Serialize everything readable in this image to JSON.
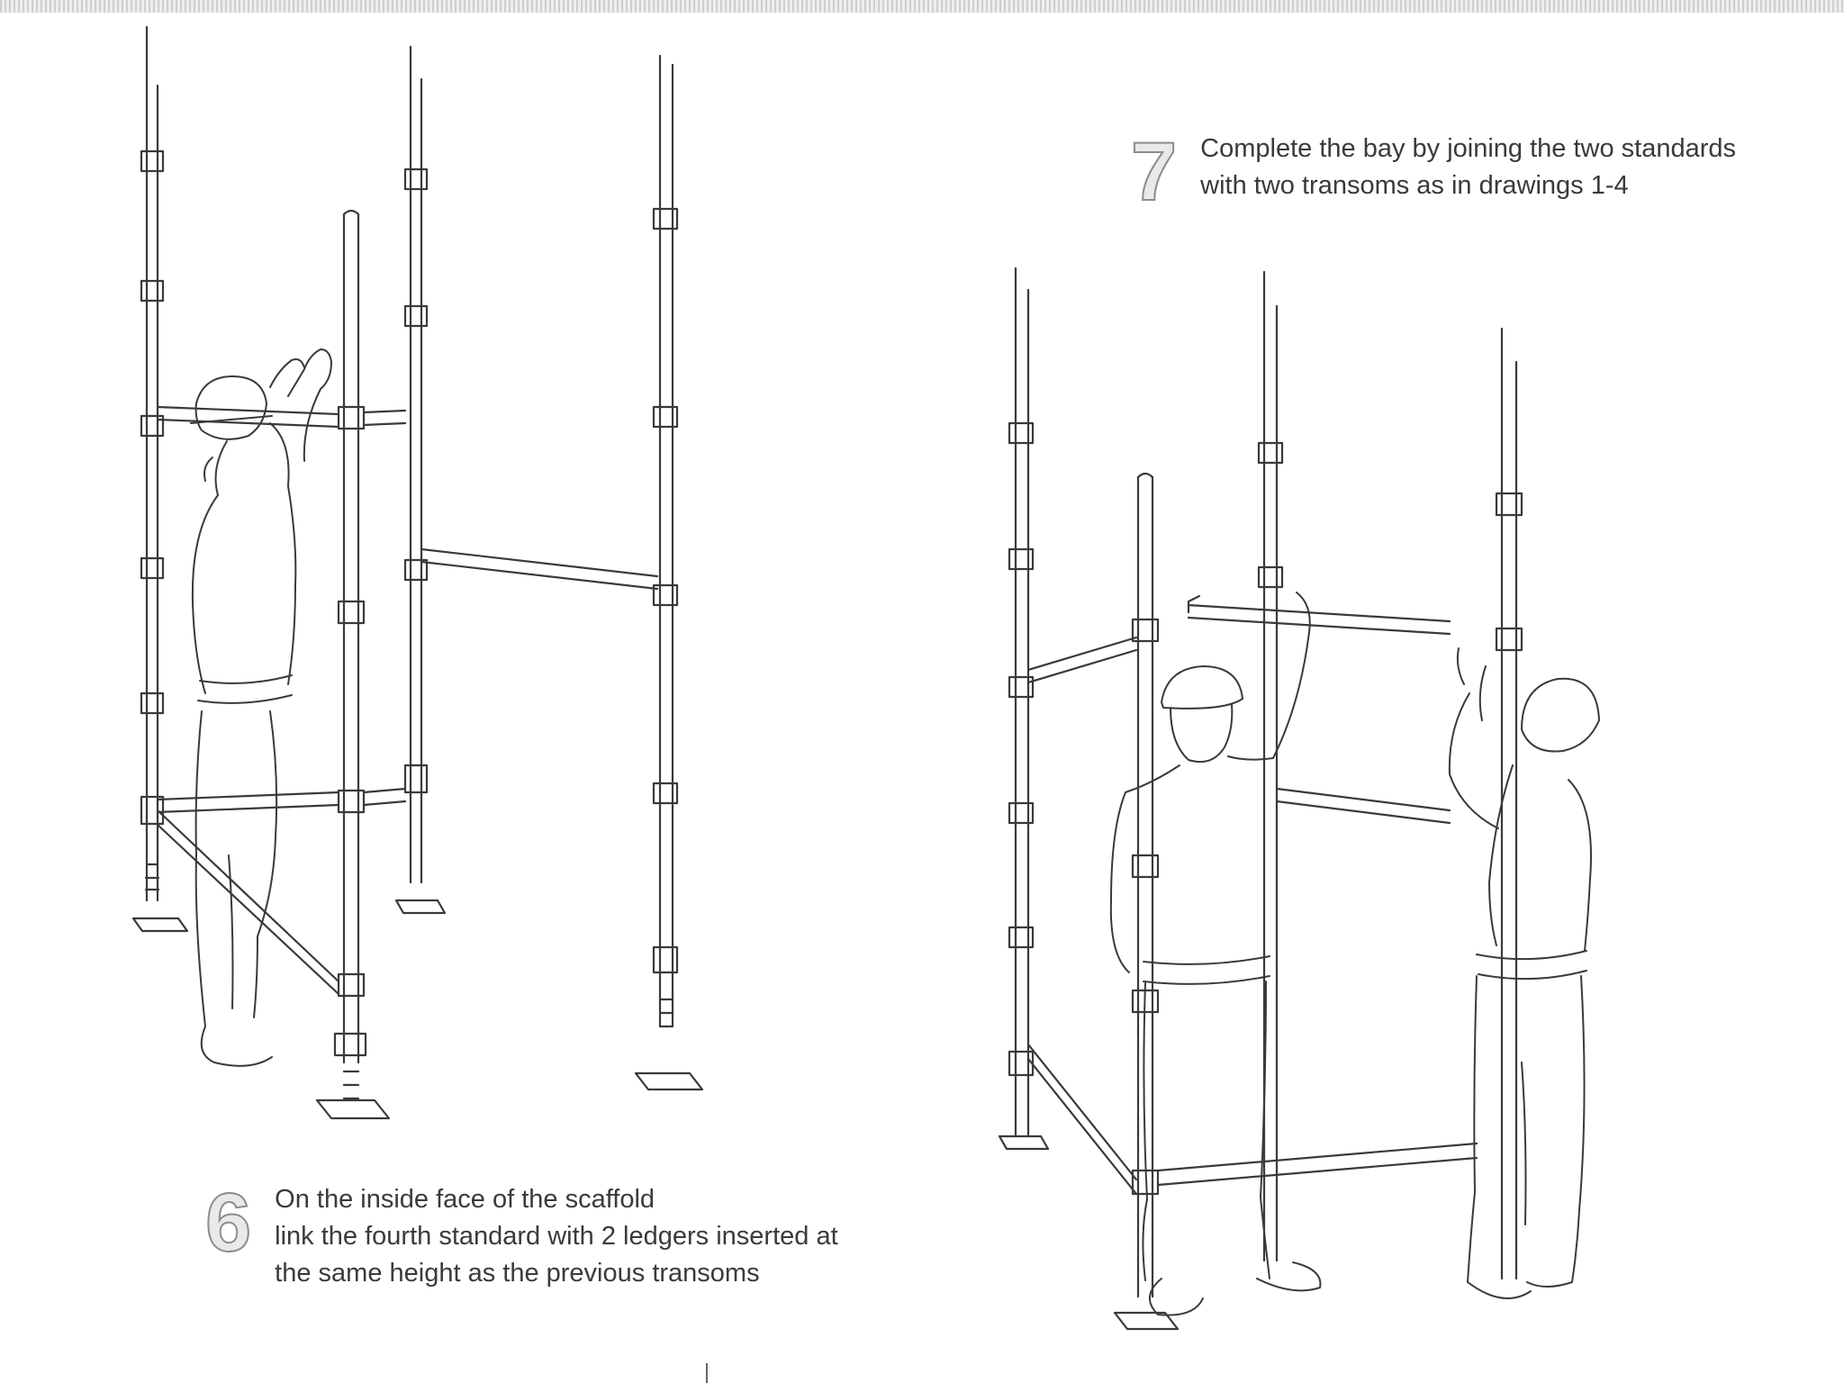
{
  "steps": [
    {
      "number": "7",
      "lines": [
        "Complete the bay by joining the two standards",
        "with two transoms as in drawings 1-4"
      ]
    },
    {
      "number": "6",
      "lines": [
        "On the inside face of the scaffold",
        "link the fourth standard with 2 ledgers inserted at",
        "the same height as the previous transoms"
      ]
    }
  ],
  "colors": {
    "line": "#3a3a3a",
    "numeral": "#e9e9e9"
  },
  "icons": [
    "scaffold-standard",
    "ledger",
    "transom",
    "base-jack",
    "worker-with-hard-hat"
  ]
}
